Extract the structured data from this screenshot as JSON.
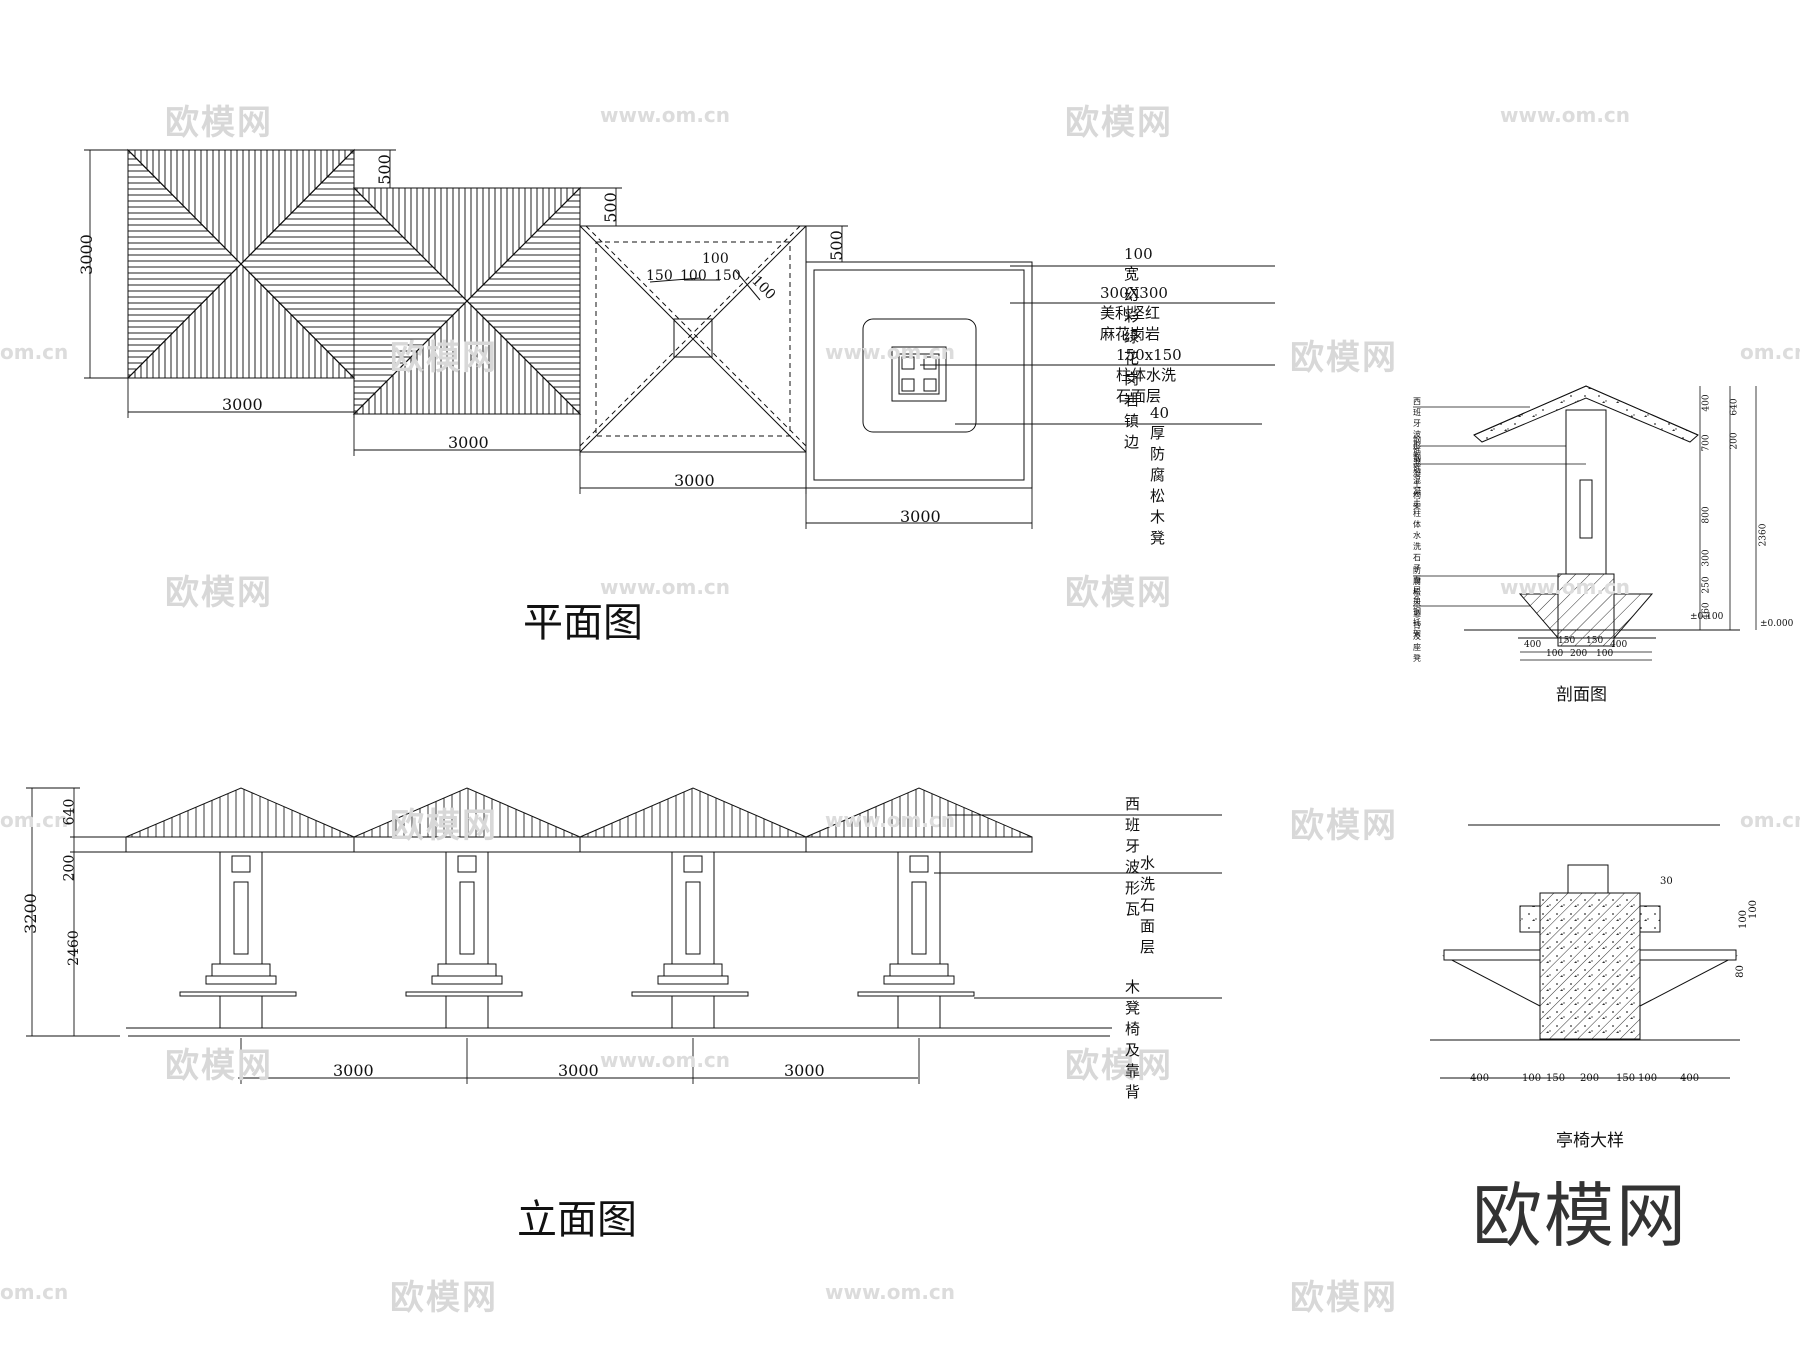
{
  "plan": {
    "title": "平面图",
    "dims": {
      "height": "3000",
      "width": "3000",
      "offset": "500",
      "d100": "100",
      "d150a": "150",
      "d100b": "100",
      "d150b": "150",
      "d100c": "100"
    },
    "labels": [
      "100宽幻彩绿花岗岩镇边",
      "300X300美利坚红麻花岗岩",
      "150x150柱体水洗石面层",
      "40厚防腐松木凳"
    ]
  },
  "elevation": {
    "title": "立面图",
    "dims": {
      "total": "3200",
      "roof": "640",
      "beam": "200",
      "column": "2460",
      "span": "3000"
    },
    "labels": [
      "西班牙波形瓦",
      "水洗石面层",
      "木凳椅及靠背"
    ]
  },
  "section": {
    "title": "剖面图",
    "labels": [
      "西班牙波形瓦",
      "钢筋混凝土构架",
      "钢筋混凝土柱体水洗石子面层",
      "防腐松木靠背及座凳",
      "角钢托架"
    ],
    "dims_right": [
      "400",
      "640",
      "700",
      "200",
      "800",
      "2360",
      "300",
      "250",
      "460"
    ],
    "levels": [
      "±0.100",
      "±0.000"
    ],
    "dims_bottom_top": [
      "400",
      "150",
      "150",
      "400"
    ],
    "dims_bottom": [
      "100",
      "200",
      "100"
    ]
  },
  "detail": {
    "title": "亭椅大样",
    "dims_right": [
      "30",
      "100",
      "100",
      "80"
    ],
    "dims_bottom": [
      "400",
      "100",
      "150",
      "200",
      "150",
      "100",
      "400"
    ]
  },
  "watermark": {
    "logo": "欧模网",
    "url": "www.om.cn",
    "url_short": "om.cn"
  }
}
